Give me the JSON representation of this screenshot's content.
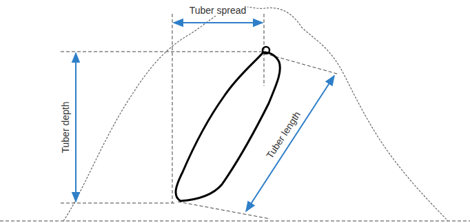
{
  "diagram": {
    "labels": [
      "Tuber spread",
      "Tuber depth",
      "Tuber length"
    ]
  }
}
